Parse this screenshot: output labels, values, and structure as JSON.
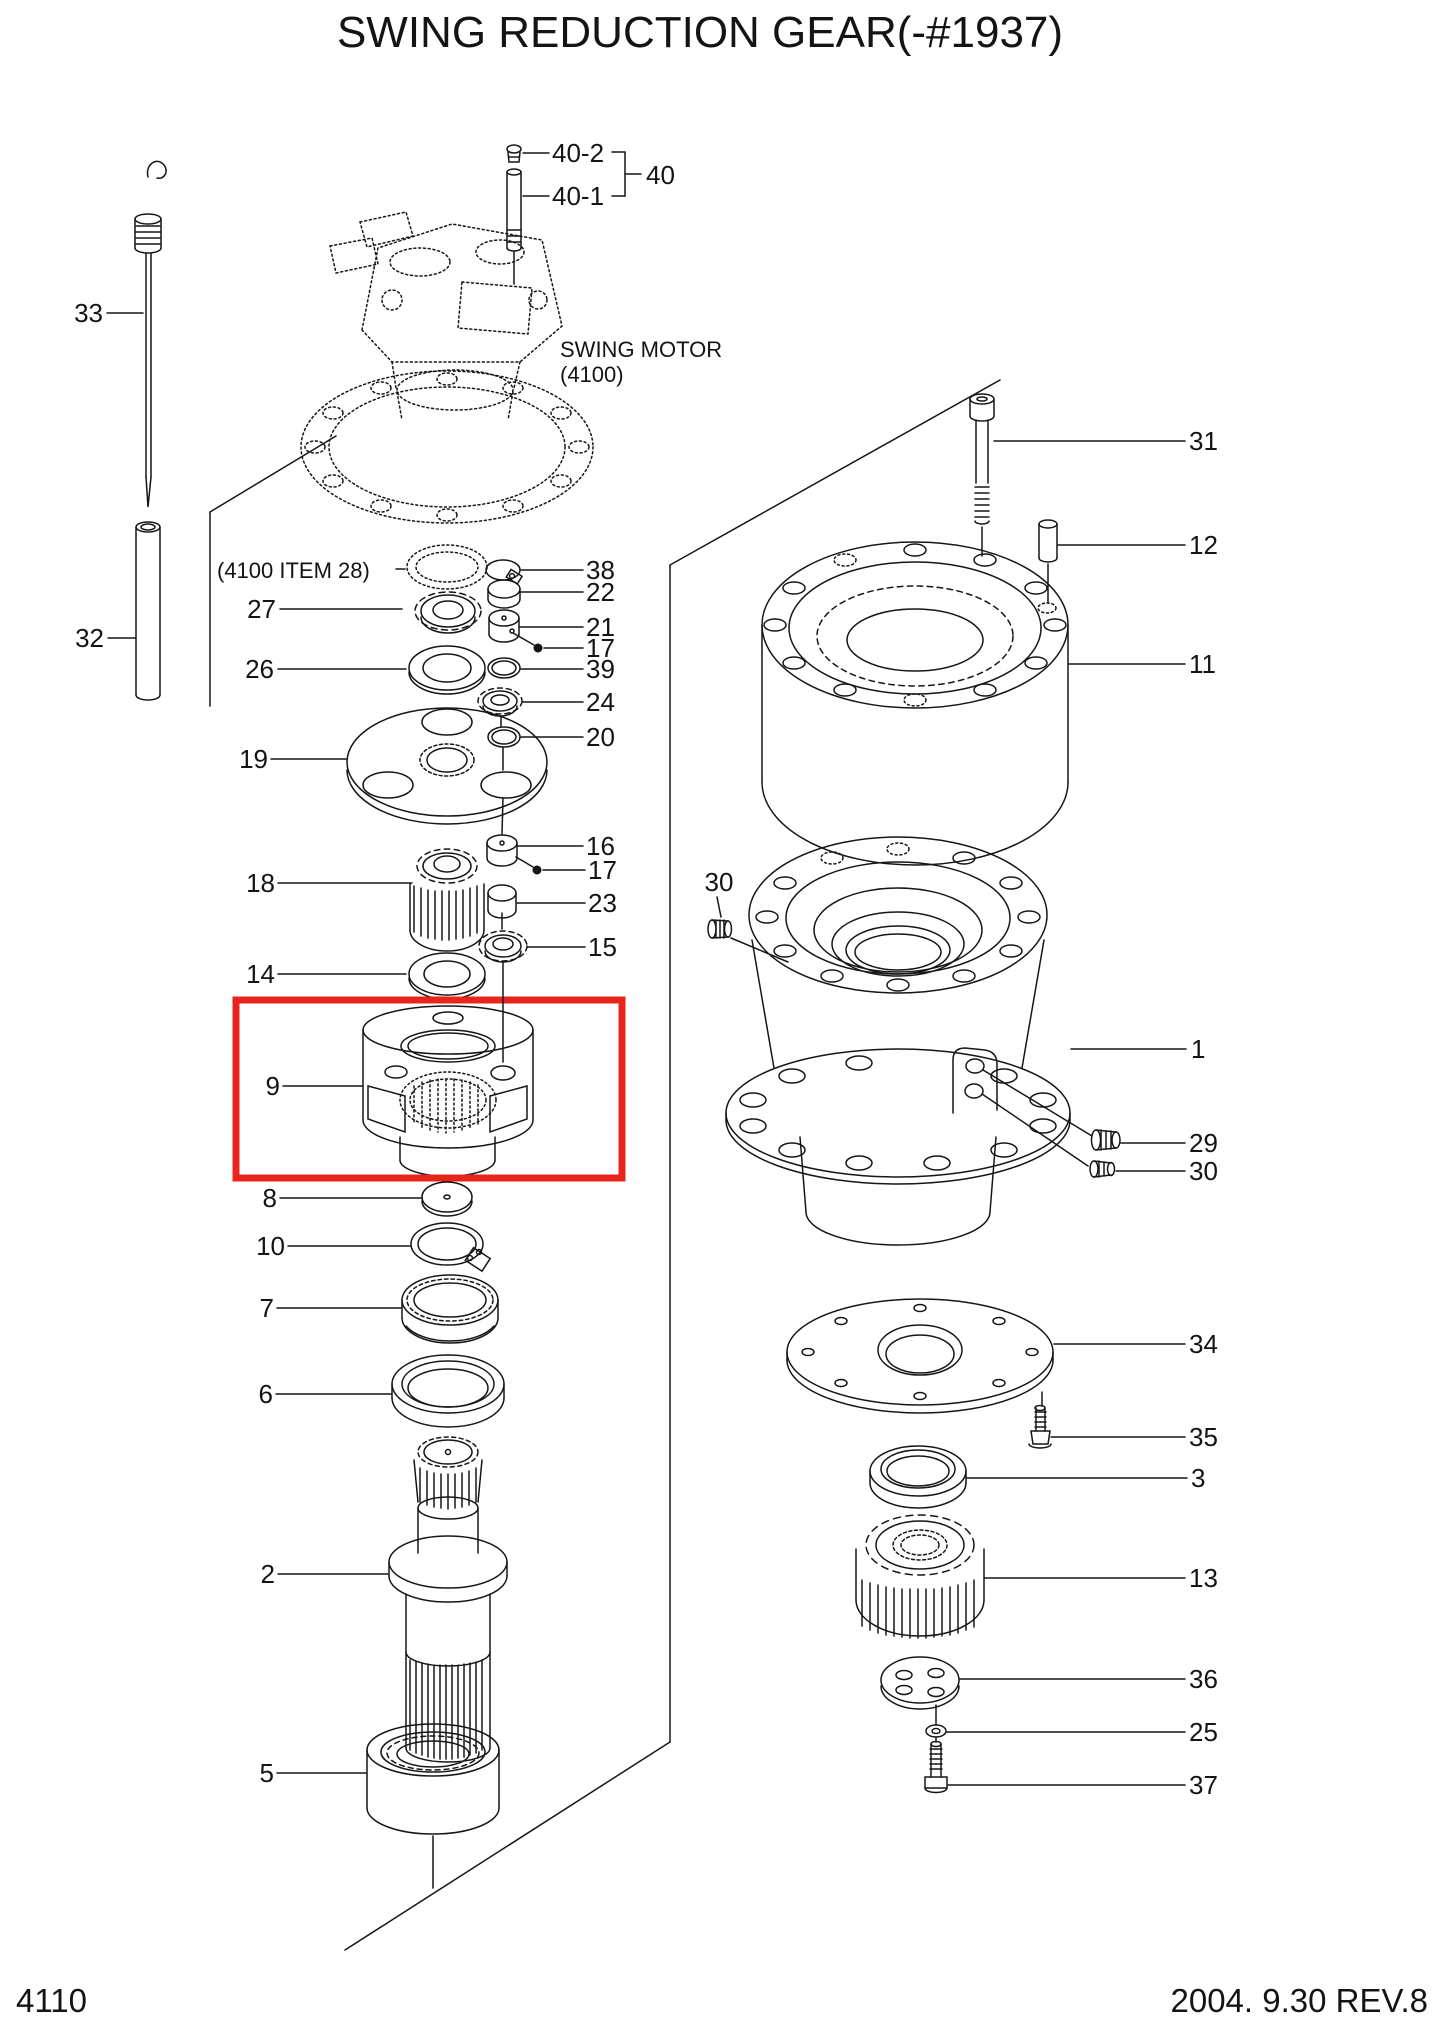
{
  "title": "SWING REDUCTION GEAR(-#1937)",
  "notes": {
    "swing_motor_line1": "SWING MOTOR",
    "swing_motor_line2": "(4100)",
    "item_28_ref": "(4100 ITEM 28)"
  },
  "footer": {
    "page_code": "4110",
    "revision_date": "2004. 9.30  REV.8"
  },
  "highlight": {
    "color": "#e8251d"
  },
  "callouts": [
    "40-2",
    "40-1",
    "40",
    "33",
    "32",
    "27",
    "26",
    "19",
    "18",
    "14",
    "9",
    "8",
    "10",
    "7",
    "6",
    "2",
    "5",
    "38",
    "22",
    "21",
    "17",
    "39",
    "24",
    "20",
    "16",
    "17",
    "23",
    "15",
    "31",
    "12",
    "11",
    "30",
    "1",
    "29",
    "30",
    "34",
    "35",
    "3",
    "13",
    "36",
    "25",
    "37"
  ]
}
